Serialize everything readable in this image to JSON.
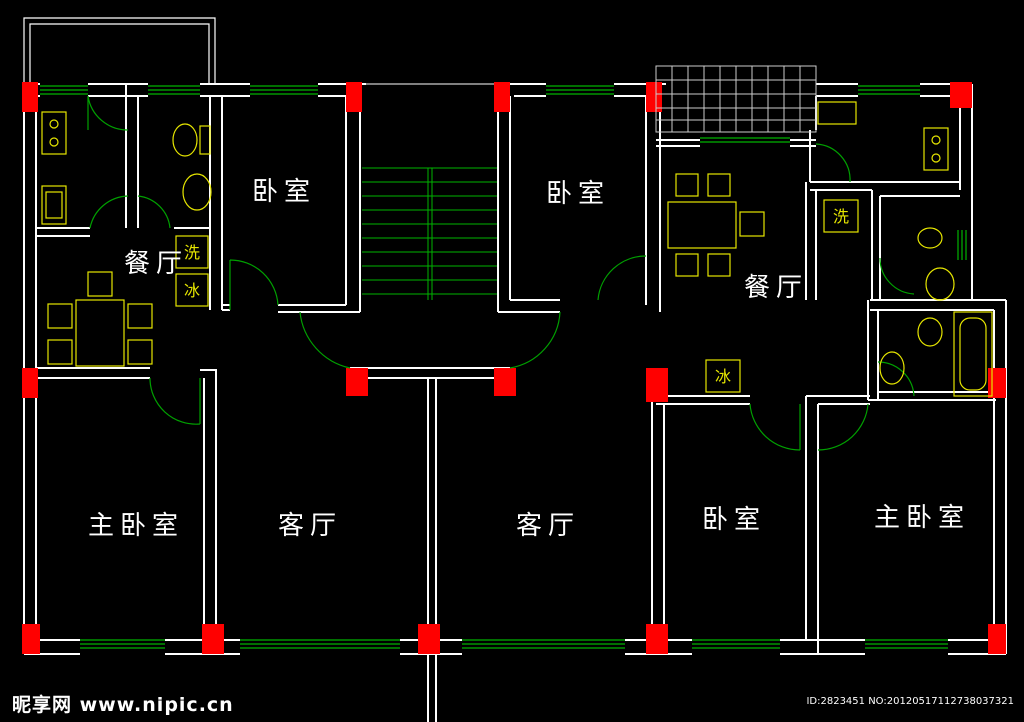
{
  "rooms": {
    "bedroom_left": "卧室",
    "bedroom_center": "卧室",
    "bedroom_right": "卧室",
    "dining_left": "餐厅",
    "dining_right": "餐厅",
    "master_bedroom_left": "主卧室",
    "master_bedroom_right": "主卧室",
    "living_room_left": "客厅",
    "living_room_right": "客厅"
  },
  "appliances": {
    "washer_left": "洗",
    "fridge_left": "冰",
    "washer_right": "洗",
    "fridge_right": "冰"
  },
  "watermark": {
    "site": "昵享网 www.nipic.cn",
    "id_text": "ID:2823451 NO:20120517112738037321"
  },
  "colors": {
    "wall": "#ffffff",
    "column": "#ff0000",
    "window": "#00b300",
    "door": "#00a000",
    "fixture": "#e6e600",
    "background": "#000000"
  }
}
